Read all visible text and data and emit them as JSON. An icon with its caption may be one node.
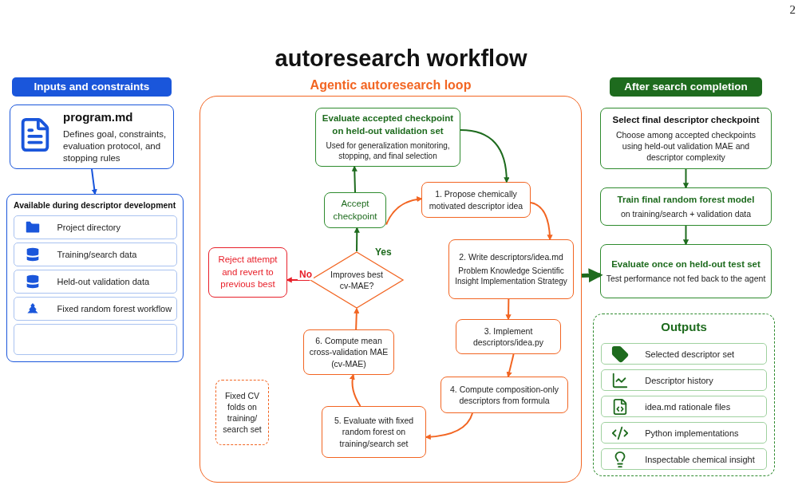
{
  "diagram": {
    "title": "autoresearch workflow",
    "nodes": [
      {
        "text": [
          "Inputs and constraints"
        ]
      },
      {
        "text": [
          "program.md",
          "Defines goal, constraints, evaluation protocol, and stopping rules"
        ]
      },
      {
        "text": [
          "Available during descriptor development"
        ]
      },
      {
        "text": [
          "Project directory"
        ],
        "in": 2
      },
      {
        "text": [
          "Training/search data"
        ],
        "in": 2
      },
      {
        "text": [
          "Held-out validation data"
        ],
        "in": 2
      },
      {
        "text": [
          "Fixed random forest workflow"
        ],
        "in": 2
      },
      {
        "text": [],
        "shape": "box",
        "in": 2
      },
      {
        "text": [
          "Agentic autoresearch loop"
        ]
      },
      {
        "text": [
          "Evaluate accepted checkpoint on held-out validation set",
          "Used for generalization monitoring, stopping, and final selection"
        ],
        "in": 8
      },
      {
        "text": [
          "Accept checkpoint"
        ],
        "in": 8
      },
      {
        "text": [
          "1.  Propose chemically motivated descriptor idea"
        ],
        "in": 8
      },
      {
        "text": [
          "Reject attempt and revert to previous best"
        ],
        "in": 8
      },
      {
        "text": [
          "Improves best cv-MAE?"
        ],
        "in": 8
      },
      {
        "text": [
          "2.  Write descriptors/idea.md",
          "Problem Knowledge Scientific Insight Implementation Strategy"
        ],
        "in": 8
      },
      {
        "text": [
          "3.  Implement descriptors/idea.py"
        ],
        "in": 8
      },
      {
        "text": [
          "6.  Compute mean cross-validation MAE (cv-MAE)"
        ],
        "in": 8
      },
      {
        "text": [
          "4.  Compute composition-only descriptors from formula"
        ],
        "in": 8
      },
      {
        "text": [
          "Fixed CV folds on training/ search set"
        ],
        "in": 8
      },
      {
        "text": [
          "5.  Evaluate with fixed random forest on training/search set"
        ],
        "in": 8
      },
      {
        "text": [
          "After search completion"
        ]
      },
      {
        "text": [
          "Select final descriptor checkpoint",
          "Choose among accepted checkpoints using held-out validation MAE and descriptor complexity"
        ]
      },
      {
        "text": [
          "Train final random forest model",
          "on training/search + validation data"
        ]
      },
      {
        "text": [
          "Evaluate once on held-out test set",
          "Test performance not fed back to the agent"
        ]
      },
      {
        "text": [
          "Outputs"
        ]
      },
      {
        "text": [
          "Selected descriptor set"
        ],
        "in": 24
      },
      {
        "text": [
          "Descriptor history"
        ],
        "in": 24
      },
      {
        "text": [
          "idea.md rationale files"
        ],
        "in": 24
      },
      {
        "text": [
          "Python implementations"
        ],
        "in": 24
      },
      {
        "text": [
          "Inspectable chemical insight"
        ],
        "in": 24
      }
    ],
    "edges": [
      {
        "from": 1,
        "to": 2,
        "arrow": "to",
        "color": "#1a56db"
      },
      {
        "from": 9,
        "to": 11,
        "arrow": "to",
        "color": "#1e6b1e"
      },
      {
        "from": 11,
        "to": 14,
        "arrow": "to"
      },
      {
        "from": 14,
        "to": 15,
        "arrow": "to"
      },
      {
        "from": 15,
        "to": 17,
        "arrow": "to"
      },
      {
        "from": 17,
        "to": 19,
        "arrow": "to"
      },
      {
        "from": 19,
        "to": 16,
        "arrow": "to"
      },
      {
        "from": 16,
        "to": 13,
        "arrow": "to"
      },
      {
        "from": 13,
        "to": 10,
        "arrow": "to",
        "label": "Yes",
        "color": "#1e6b1e"
      },
      {
        "from": 10,
        "to": 9,
        "arrow": "to",
        "color": "#1e6b1e"
      },
      {
        "from": 10,
        "to": 11,
        "arrow": "to"
      },
      {
        "from": 13,
        "to": 12,
        "arrow": "to",
        "label": "No",
        "color": "#e8202a"
      },
      {
        "from": 21,
        "to": 22,
        "arrow": "to",
        "color": "#1e6b1e"
      },
      {
        "from": 22,
        "to": 23,
        "arrow": "to",
        "color": "#1e6b1e"
      },
      {
        "from": 8,
        "to": 23,
        "arrow": "to",
        "style": "thick",
        "color": "#1e6b1e"
      }
    ],
    "labels": [
      "2"
    ]
  }
}
